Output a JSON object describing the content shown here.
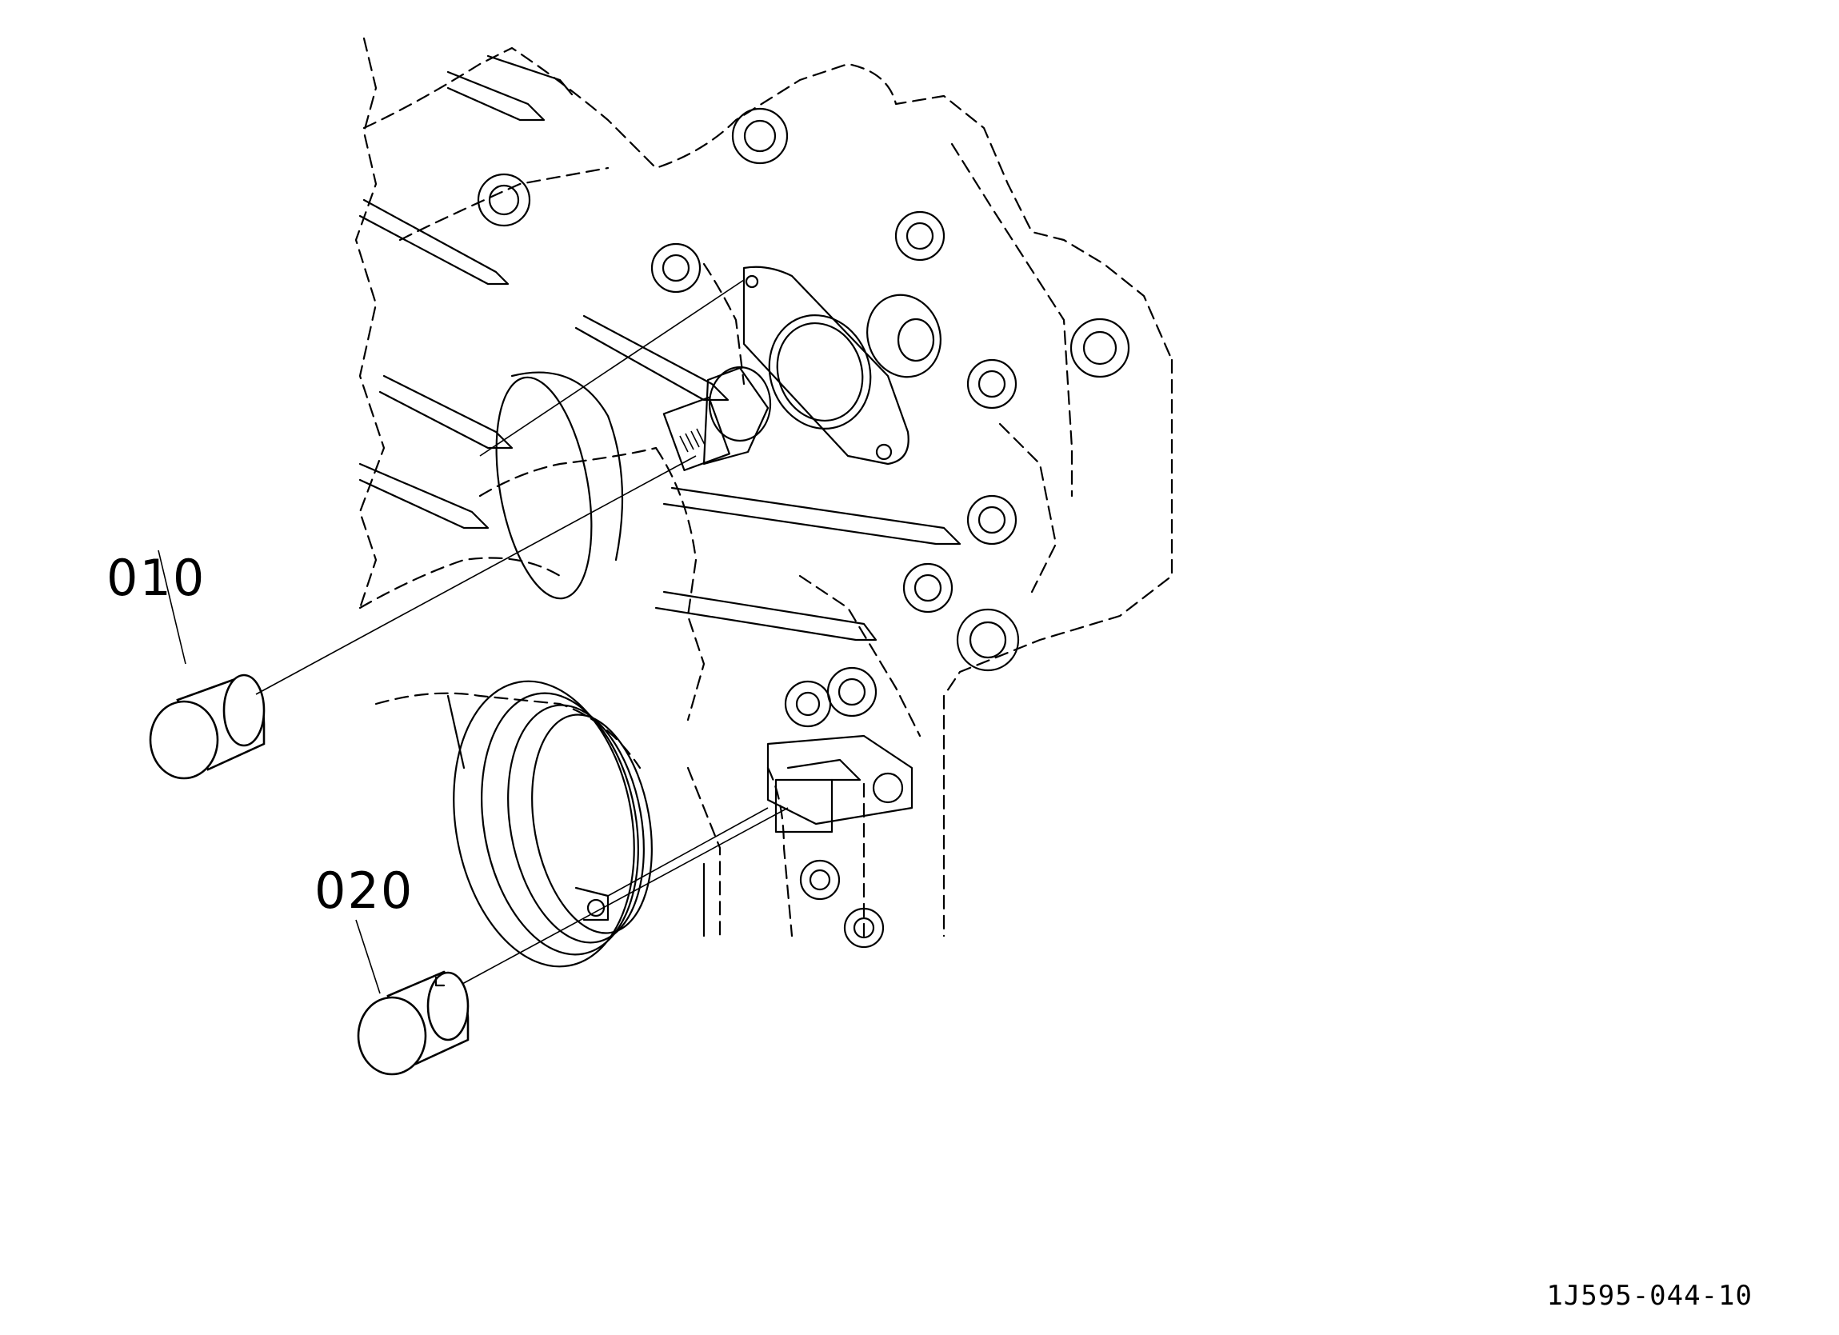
{
  "diagram": {
    "callouts": [
      {
        "id": "010",
        "label": "010"
      },
      {
        "id": "020",
        "label": "020"
      }
    ],
    "drawing_number": "1J595-044-10",
    "line_color": "#000000",
    "background_color": "#ffffff"
  }
}
